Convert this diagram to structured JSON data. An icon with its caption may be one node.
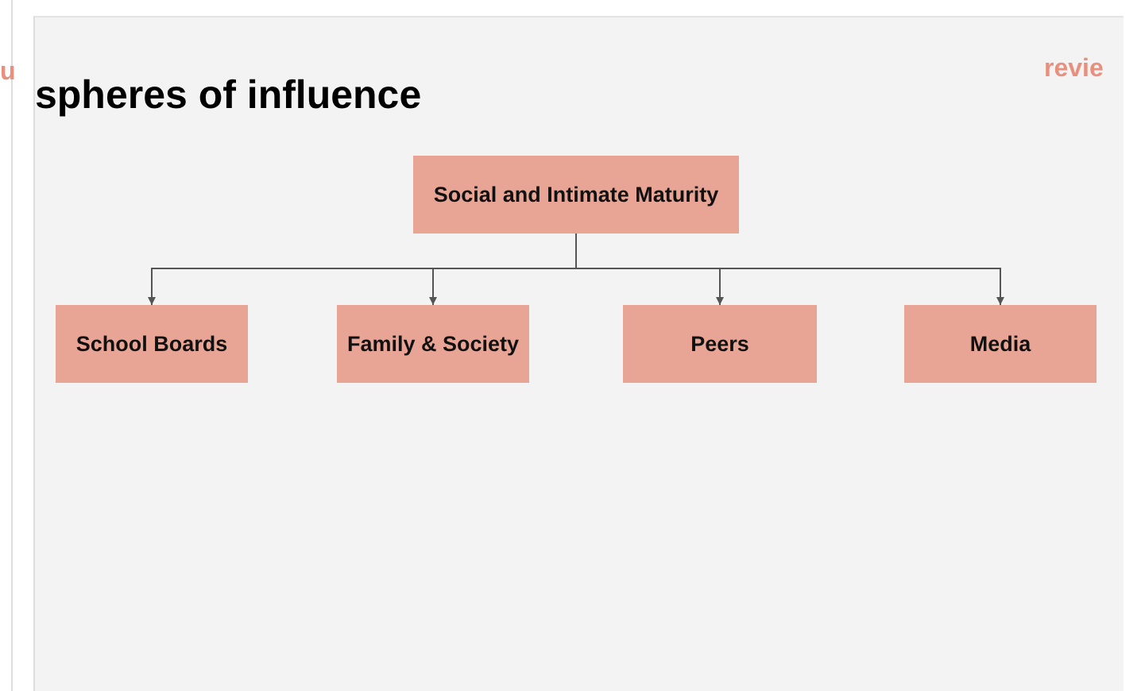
{
  "diagram": {
    "title": "spheres of influence",
    "nodes": [
      {
        "text": [
          "Social and Intimate Maturity"
        ]
      },
      {
        "text": [
          "School Boards"
        ]
      },
      {
        "text": [
          "Family & Society"
        ]
      },
      {
        "text": [
          "Peers"
        ]
      },
      {
        "text": [
          "Media"
        ]
      }
    ],
    "edges": [
      {
        "from": 0,
        "to": 1,
        "arrow": "to"
      },
      {
        "from": 0,
        "to": 2,
        "arrow": "to"
      },
      {
        "from": 0,
        "to": 3,
        "arrow": "to"
      },
      {
        "from": 0,
        "to": 4,
        "arrow": "to"
      }
    ],
    "labels": [
      "u",
      "revie"
    ]
  }
}
